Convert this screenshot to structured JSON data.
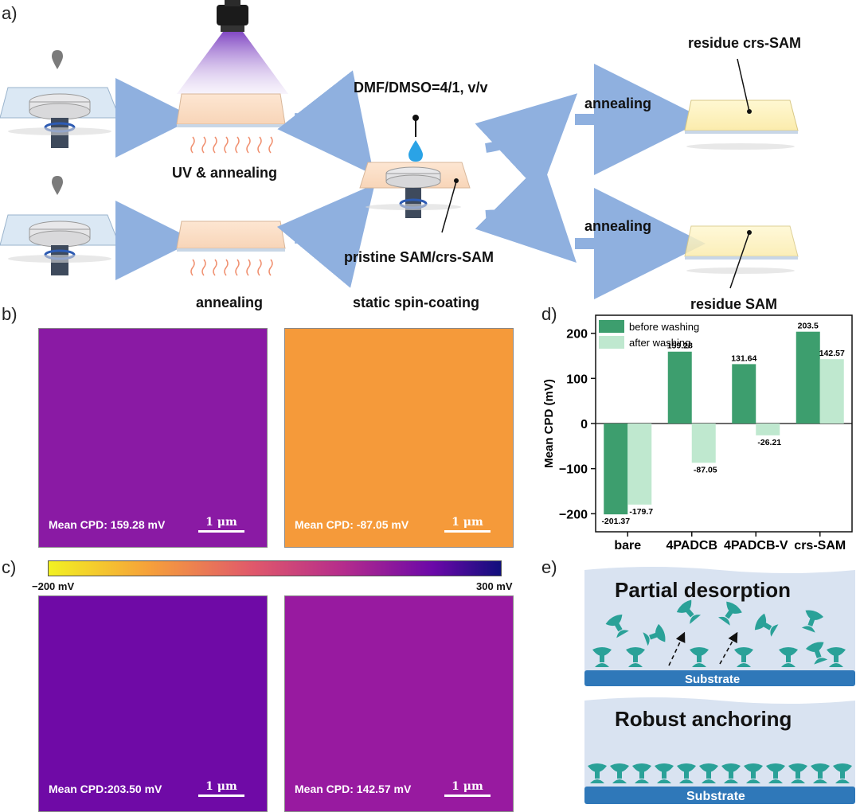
{
  "panels": {
    "a": "a)",
    "b": "b)",
    "c": "c)",
    "d": "d)",
    "e": "e)"
  },
  "scheme": {
    "uv_annealing": "UV & annealing",
    "annealing": "annealing",
    "solvent": "DMF/DMSO=4/1, v/v",
    "pristine": "pristine SAM/crs-SAM",
    "static_spin": "static spin-coating",
    "annealing_top": "annealing",
    "annealing_bottom": "annealing",
    "residue_crs": "residue crs-SAM",
    "residue_sam": "residue SAM"
  },
  "maps": {
    "b_left": {
      "caption": "Mean CPD: 159.28 mV",
      "scale": "1 μm",
      "color": "#8a1aa4"
    },
    "b_right": {
      "caption": "Mean CPD: -87.05 mV",
      "scale": "1 μm",
      "color": "#f59a3a"
    },
    "c_left": {
      "caption": "Mean CPD:203.50 mV",
      "scale": "1 μm",
      "color": "#6f0aa6"
    },
    "c_right": {
      "caption": "Mean CPD: 142.57 mV",
      "scale": "1 μm",
      "color": "#981aa0"
    }
  },
  "colorbar": {
    "min_label": "−200 mV",
    "max_label": "300 mV"
  },
  "chart_data": {
    "type": "bar",
    "categories": [
      "bare",
      "4PADCB",
      "4PADCB-V",
      "crs-SAM"
    ],
    "series": [
      {
        "name": "before washing",
        "values": [
          -201.37,
          159.28,
          131.64,
          203.5
        ],
        "color": "#3d9e6e"
      },
      {
        "name": "after washing",
        "values": [
          -179.7,
          -87.05,
          -26.21,
          142.57
        ],
        "color": "#bfe8cf"
      }
    ],
    "value_labels": {
      "before washing": [
        "-201.37",
        "159.28",
        "131.64",
        "203.5"
      ],
      "after washing": [
        "-179.7",
        "-87.05",
        "-26.21",
        "142.57"
      ]
    },
    "ylabel": "Mean CPD (mV)",
    "ylim": [
      -240,
      240
    ],
    "yticks": [
      -200,
      -100,
      0,
      100,
      200
    ],
    "ytick_labels": [
      "−200",
      "−100",
      "0",
      "100",
      "200"
    ],
    "legend_position": "top-left"
  },
  "schematic_e": {
    "top_title": "Partial desorption",
    "bottom_title": "Robust anchoring",
    "substrate_top": "Substrate",
    "substrate_bottom": "Substrate"
  }
}
